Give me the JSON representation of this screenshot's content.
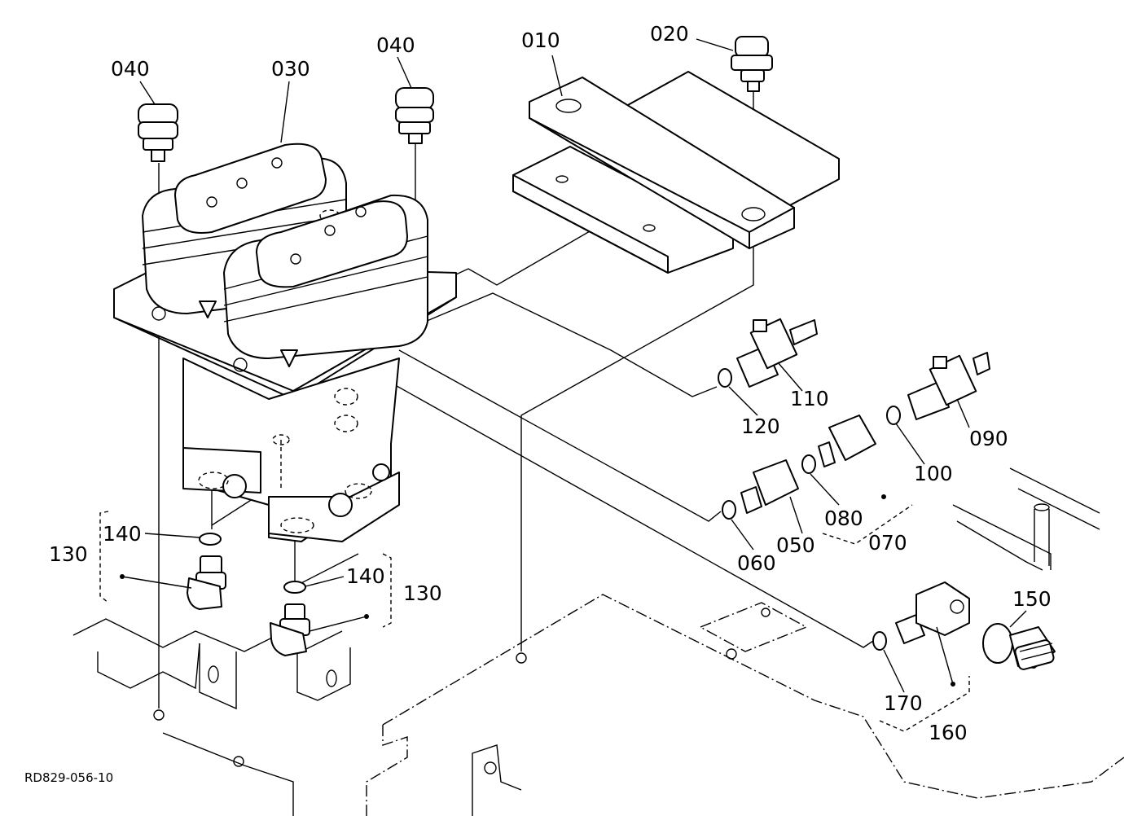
{
  "diagram": {
    "reference_code": "RD829-056-10",
    "part_labels": {
      "p010": "010",
      "p020": "020",
      "p030": "030",
      "p040_left": "040",
      "p040_right": "040",
      "p050": "050",
      "p060": "060",
      "p070": "070",
      "p080": "080",
      "p090": "090",
      "p100": "100",
      "p110": "110",
      "p120": "120",
      "p130_left": "130",
      "p130_right": "130",
      "p140_left": "140",
      "p140_right": "140",
      "p150": "150",
      "p160": "160",
      "p170": "170"
    }
  }
}
